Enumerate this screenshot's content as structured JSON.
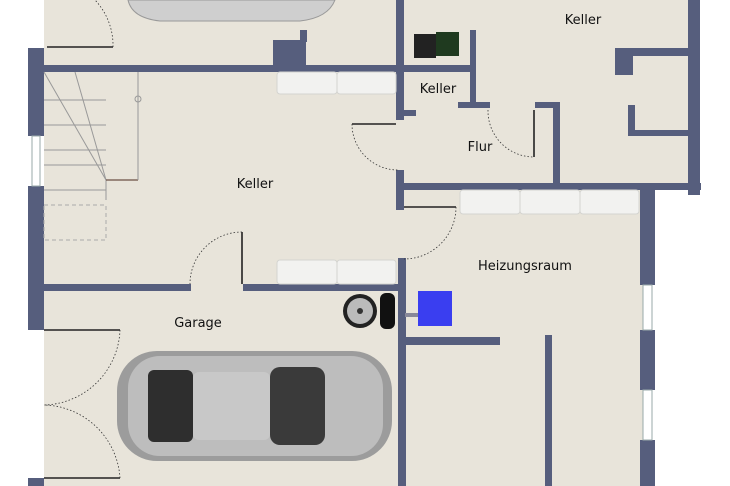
{
  "floorplan": {
    "rooms": {
      "keller_top_right": "Keller",
      "keller_small": "Keller",
      "flur": "Flur",
      "keller_main": "Keller",
      "heizungsraum": "Heizungsraum",
      "garage": "Garage"
    },
    "colors": {
      "wall": "#565e7d",
      "floor": "#e8e4da",
      "boiler": "#3a3ef0"
    },
    "icons": [
      "car-icon",
      "tire-icon",
      "boiler-icon",
      "stair-icon",
      "window-icon",
      "door-icon",
      "wine-rack-icon",
      "cabinet-icon"
    ]
  }
}
